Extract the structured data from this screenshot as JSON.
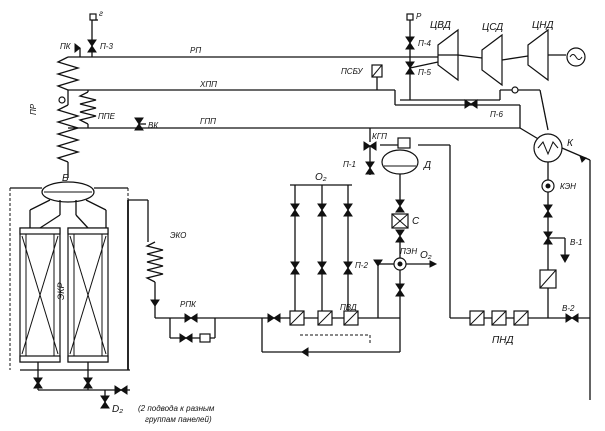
{
  "labels": {
    "g": "г",
    "pk": "ПК",
    "p3": "П-3",
    "rp": "РП",
    "r": "Р",
    "p4": "П-4",
    "tsvd": "ЦВД",
    "tssd": "ЦСД",
    "tsnd": "ЦНД",
    "pr": "ПР",
    "psbu": "ПСБУ",
    "p5": "П-5",
    "hpp": "ХПП",
    "ppe": "ППЕ",
    "vk": "ВК",
    "gpp": "ГПП",
    "p6": "П-6",
    "b": "Б",
    "k": "К",
    "kpp": "КГП",
    "p1": "П-1",
    "o2_top": "О₂",
    "d": "Д",
    "kzn": "КЭН",
    "c": "С",
    "ekd": "ЭКО",
    "pen": "ПЭН",
    "o2_mid": "О₂",
    "p2": "П-2",
    "v1": "В-1",
    "ekr": "ЭКР",
    "rpk": "РПК",
    "pvd": "ПВД",
    "v2": "В-2",
    "pnd": "ПНД",
    "o2_bottom": "D₂",
    "note_line1": "(2 подвода к разным",
    "note_line2": "группам панелей)"
  }
}
